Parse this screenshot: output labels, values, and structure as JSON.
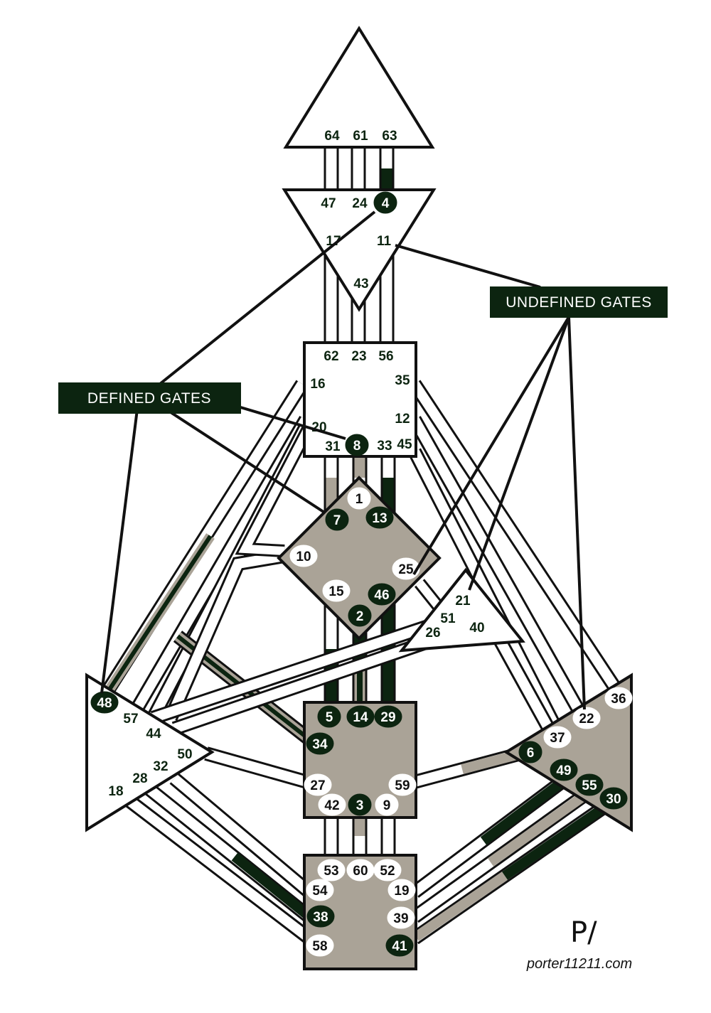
{
  "colors": {
    "defined": "#0c2410",
    "tan": "#aaa397",
    "stroke": "#111111",
    "white": "#ffffff"
  },
  "labels": {
    "defined_gates": "DEFINED GATES",
    "undefined_gates": "UNDEFINED GATES"
  },
  "branding": {
    "logo": "P/",
    "website": "porter11211.com"
  },
  "centers": [
    {
      "id": "head",
      "defined": false,
      "gates": [
        "64",
        "61",
        "63"
      ]
    },
    {
      "id": "ajna",
      "defined": false,
      "gates": [
        "47",
        "24",
        "4",
        "17",
        "11",
        "43"
      ]
    },
    {
      "id": "throat",
      "defined": false,
      "gates": [
        "62",
        "23",
        "56",
        "16",
        "35",
        "12",
        "20",
        "31",
        "8",
        "33",
        "45"
      ]
    },
    {
      "id": "g",
      "defined": true,
      "gates": [
        "1",
        "7",
        "13",
        "10",
        "25",
        "15",
        "46",
        "2"
      ]
    },
    {
      "id": "heart",
      "defined": false,
      "gates": [
        "21",
        "51",
        "26",
        "40"
      ]
    },
    {
      "id": "spleen",
      "defined": false,
      "gates": [
        "48",
        "57",
        "44",
        "50",
        "32",
        "28",
        "18"
      ]
    },
    {
      "id": "sacral",
      "defined": true,
      "gates": [
        "5",
        "14",
        "29",
        "34",
        "27",
        "59",
        "42",
        "3",
        "9"
      ]
    },
    {
      "id": "solar-plexus",
      "defined": true,
      "gates": [
        "36",
        "22",
        "37",
        "6",
        "49",
        "55",
        "30"
      ]
    },
    {
      "id": "root",
      "defined": true,
      "gates": [
        "53",
        "60",
        "52",
        "54",
        "19",
        "38",
        "39",
        "58",
        "41"
      ]
    }
  ],
  "defined_gates": [
    "4",
    "7",
    "13",
    "46",
    "2",
    "8",
    "5",
    "14",
    "29",
    "34",
    "3",
    "48",
    "6",
    "49",
    "55",
    "30",
    "38",
    "41"
  ]
}
